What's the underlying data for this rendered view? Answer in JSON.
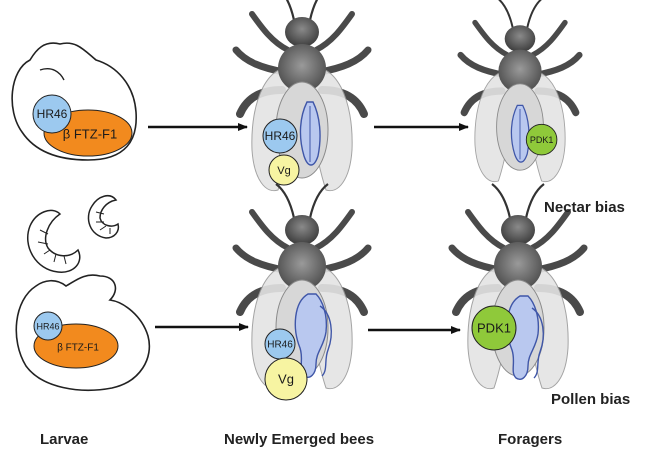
{
  "columns": {
    "larvae": "Larvae",
    "newly": "Newly Emerged bees",
    "foragers": "Foragers"
  },
  "biases": {
    "nectar": "Nectar bias",
    "pollen": "Pollen bias"
  },
  "molecules": {
    "top_larva_hr46": "HR46",
    "top_larva_ftz": "β FTZ-F1",
    "bottom_larva_hr46": "HR46",
    "bottom_larva_ftz": "β FTZ-F1",
    "top_bee_hr46": "HR46",
    "top_bee_vg": "Vg",
    "top_forager_pdk1": "PDK1",
    "bottom_bee_hr46": "HR46",
    "bottom_bee_vg": "Vg",
    "bottom_forager_pdk1": "PDK1"
  },
  "colors": {
    "hr46": "#9cc9ef",
    "ftz": "#f28a1e",
    "vg": "#f7f4a2",
    "pdk1": "#8fc93a",
    "organ": "#b9c8ef"
  }
}
